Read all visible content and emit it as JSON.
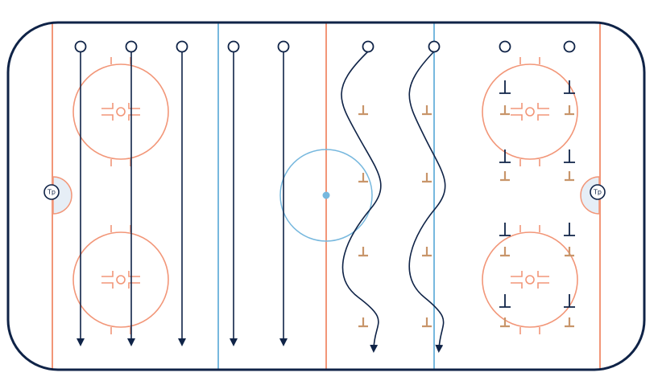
{
  "goalie_label": "Tp",
  "colors": {
    "boards": "#0f2347",
    "red_line": "#f29678",
    "blue_line": "#77b8de",
    "cone": "#c8956a",
    "crease_fill": "#e6eef6",
    "background": "#ffffff"
  },
  "drill": {
    "straight_skaters": 5,
    "weaving_skaters": 2,
    "cone_columns_neutral_zone": 2,
    "cones_per_neutral_column": 4
  }
}
